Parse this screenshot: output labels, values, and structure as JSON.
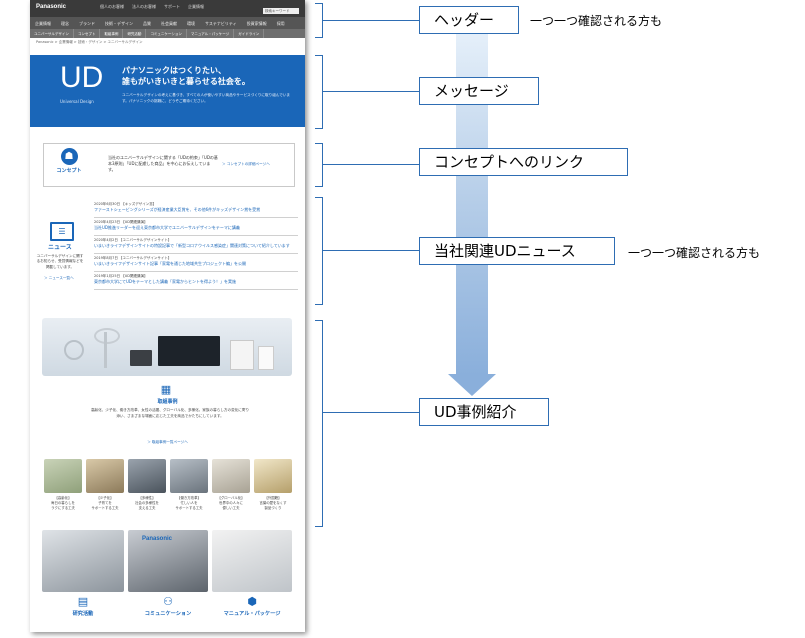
{
  "header": {
    "logo": "Panasonic",
    "top_links": [
      "個人のお客様",
      "法人のお客様",
      "サポート",
      "企業情報"
    ],
    "search_placeholder": "検索キーワード",
    "gnav": [
      "企業情報",
      "理念",
      "ブランド",
      "技術・デザイン",
      "品質",
      "社会貢献",
      "環境",
      "サステナビリティ",
      "投資家情報",
      "採用"
    ],
    "subnav": [
      "ユニバーサルデザイン",
      "コンセプト",
      "取組事例",
      "研究活動",
      "コミュニケーション",
      "マニュアル・パッケージ",
      "ガイドライン"
    ],
    "breadcrumb": "Panasonic > 企業情報 > 技術・デザイン > ユニバーサルデザイン"
  },
  "message": {
    "ud": "UD",
    "ud_sub": "Universal Design",
    "title_line1": "パナソニックはつくりたい、",
    "title_line2": "誰もがいきいきと暮らせる社会を。",
    "body": "ユニバーサルデザインの考えに基づき、すべての人が使いやすい商品やサービスづくりに取り組んでいます。パナソニックの挑戦に、どうぞご期待ください。"
  },
  "concept": {
    "label": "コンセプト",
    "text": "当社のユニバーサルデザインに関する「UDの約束」「UDの基本3原則」「UDに配慮した商品」を中心にお伝えしています。",
    "link": "＞ コンセプトの詳細ページへ"
  },
  "news": {
    "label": "ニュース",
    "desc": "ユニバーサルデザインに関するお知らせ、受賞情報などを掲載しています。",
    "more": "＞ ニュース一覧へ",
    "items": [
      {
        "date": "2020年6月30日 【キッズデザイン賞】",
        "title": "ファーストシェービングシリーズが経済産業大臣賞を、その他6件がキッズデザイン賞を受賞"
      },
      {
        "date": "2020年4月23日 【UD関連講演】",
        "title": "当社UD推進リーダーを迎え東京都市大学でユニバーサルデザインをテーマに講義"
      },
      {
        "date": "2020年4月2日 【ユニバーサルデザインサイト】",
        "title": "いまいきライフデザインサイトの特設記事で「新型コロナウイルス感染症」関連対策について紹介しています"
      },
      {
        "date": "2019年8月7日 【ユニバーサルデザインサイト】",
        "title": "いまいきライフデザインサイト記事「家電を通じた地域共生プロジェクト編」を公開"
      },
      {
        "date": "2019年1月25日 【UD関連講演】",
        "title": "東京都市大学にてUDをテーマとした講義「家電からヒントを得よう！」を実施"
      }
    ]
  },
  "cases": {
    "label": "取組事例",
    "desc": "高齢化、少子化、働き方改革、女性の活躍、グローバル化、多様化。家族の暮らし方の変化に寄り添い、さまざまな場面に応じた工夫を商品でかたちにしています。",
    "more": "＞ 取組事例一覧ページへ",
    "thumbs": [
      {
        "cap": "【高齢化】\n毎日の暮らしを\nラクにする工夫"
      },
      {
        "cap": "【少子化】\n子育てを\nサポートする工夫"
      },
      {
        "cap": "【多様性】\n社会の多様性を\n支える工夫"
      },
      {
        "cap": "【働き方改革】\n忙しい人を\nサポートする工夫"
      },
      {
        "cap": "【グローバル化】\n世界中の人々に\n優しい工夫"
      },
      {
        "cap": "【外国籍】\n言葉の壁をなくす\n製品づくり"
      }
    ]
  },
  "bottom": {
    "labels": [
      "研究活動",
      "コミュニケーション",
      "マニュアル・パッケージ"
    ],
    "panasonic_sign": "Panasonic"
  },
  "annotations": {
    "header": "ヘッダー",
    "message": "メッセージ",
    "concept_link": "コンセプトへのリンク",
    "news": "当社関連UDニュース",
    "cases": "UD事例紹介",
    "note": "一つ一つ確認される方も"
  }
}
